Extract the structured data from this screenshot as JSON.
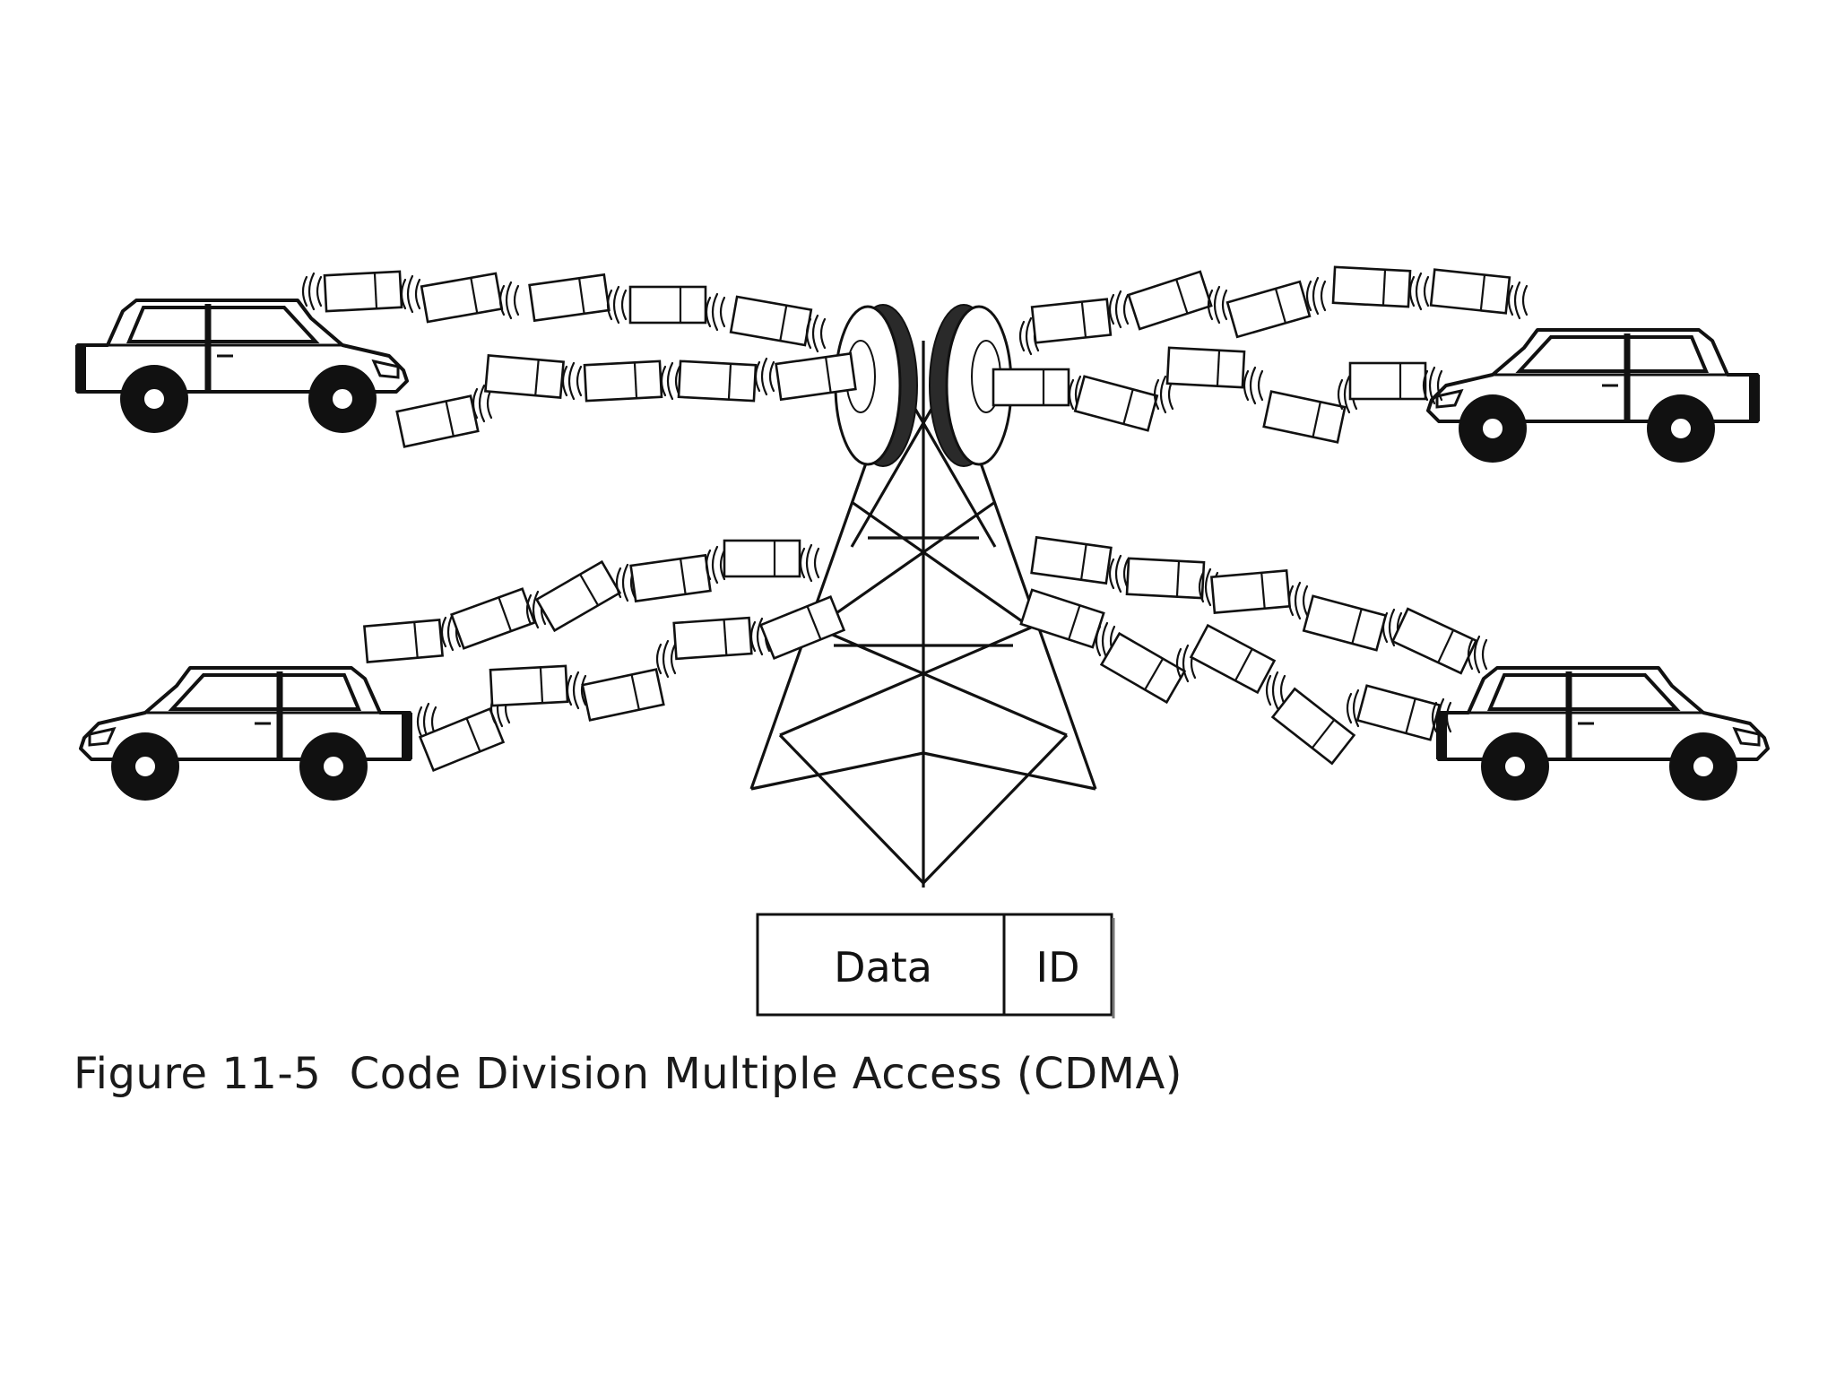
{
  "frame": {
    "data_label": "Data",
    "id_label": "ID"
  },
  "caption": "Figure 11-5  Code Division Multiple Access (CDMA)",
  "icons": [
    "car-icon",
    "cell-tower-icon",
    "antenna-dish-icon",
    "data-packet-icon",
    "radio-wave-icon"
  ],
  "colors": {
    "ink": "#111111",
    "paper": "#ffffff"
  }
}
